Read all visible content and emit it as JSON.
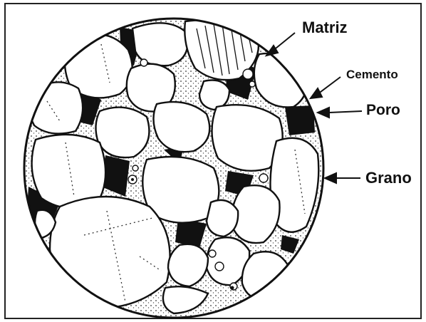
{
  "diagram": {
    "labels": {
      "matriz": "Matriz",
      "cemento": "Cemento",
      "poro": "Poro",
      "grano": "Grano"
    }
  }
}
